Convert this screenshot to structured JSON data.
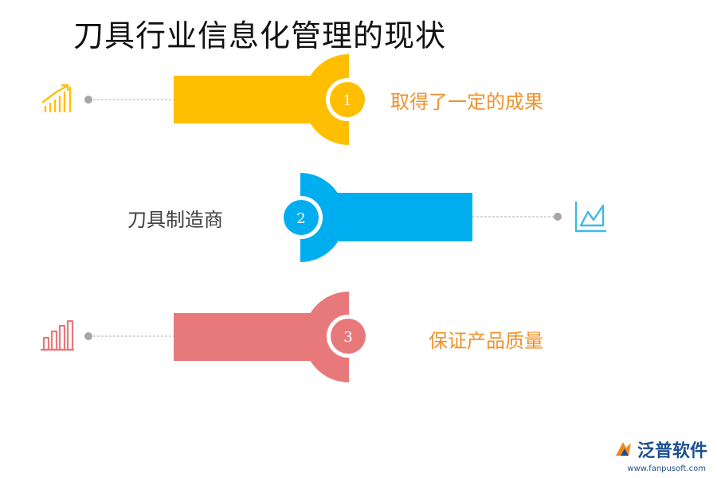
{
  "title": "刀具行业信息化管理的现状",
  "items": [
    {
      "number": "1",
      "label": "取得了一定的成果",
      "color": "#FFBF00",
      "label_color": "#F0922B",
      "icon": "signal-bars-icon"
    },
    {
      "number": "2",
      "label": "刀具制造商",
      "color": "#00AEEF",
      "label_color": "#404040",
      "icon": "line-chart-icon"
    },
    {
      "number": "3",
      "label": "保证产品质量",
      "color": "#E8797A",
      "label_color": "#F0922B",
      "icon": "bar-chart-icon"
    }
  ],
  "logo": {
    "text": "泛普软件",
    "url": "www.fanpusoft.com"
  }
}
